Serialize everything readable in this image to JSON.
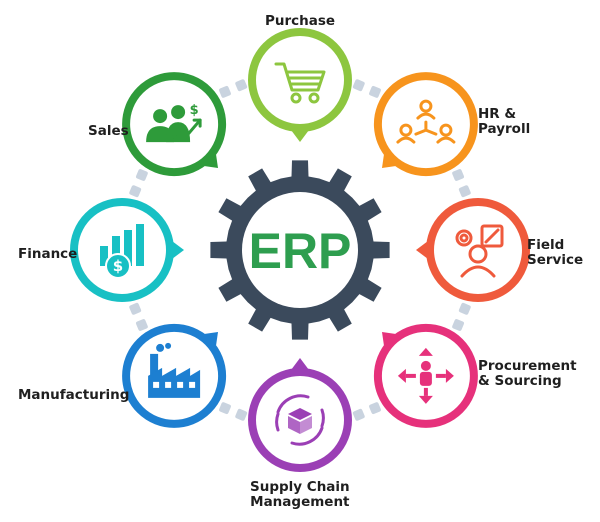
{
  "center": {
    "label": "ERP",
    "color": "#2e9e4f",
    "gear_color": "#3b4a5c"
  },
  "connector_color": "#c9d3df",
  "modules": [
    {
      "id": "purchase",
      "lines": [
        "Purchase"
      ],
      "color": "#8dc63f",
      "icon": "shopping-cart-icon"
    },
    {
      "id": "hr-payroll",
      "lines": [
        "HR &",
        "Payroll"
      ],
      "color": "#f7941d",
      "icon": "org-people-icon"
    },
    {
      "id": "field-service",
      "lines": [
        "Field",
        "Service"
      ],
      "color": "#ef5a3c",
      "icon": "technician-icon"
    },
    {
      "id": "procurement-sourcing",
      "lines": [
        "Procurement",
        "& Sourcing"
      ],
      "color": "#e6317b",
      "icon": "arrows-person-icon"
    },
    {
      "id": "supply-chain",
      "lines": [
        "Supply Chain",
        "Management"
      ],
      "color": "#9b3fb5",
      "icon": "box-cycle-icon"
    },
    {
      "id": "manufacturing",
      "lines": [
        "Manufacturing"
      ],
      "color": "#1d7fd1",
      "icon": "factory-icon"
    },
    {
      "id": "finance",
      "lines": [
        "Finance"
      ],
      "color": "#18c0c4",
      "icon": "finance-chart-icon"
    },
    {
      "id": "sales",
      "lines": [
        "Sales"
      ],
      "color": "#2e9b3a",
      "icon": "sales-people-icon"
    }
  ]
}
